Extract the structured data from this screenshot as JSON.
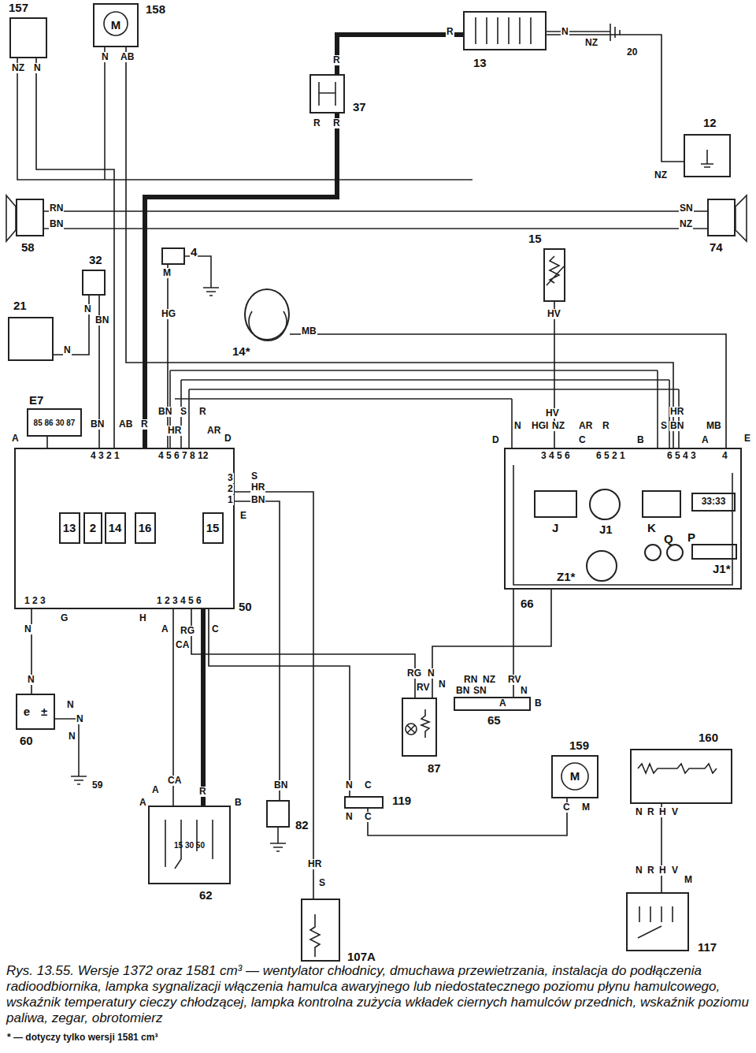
{
  "diagram": {
    "caption": "Rys. 13.55. Wersje 1372 oraz 1581 cm³ — wentylator chłodnicy, dmuchawa przewietrzania, instalacja do podłączenia radioodbiornika, lampka sygnalizacji włączenia hamulca awaryjnego lub niedostatecznego poziomu płynu hamulcowego, wskaźnik temperatury cieczy chłodzącej, lampka kontrolna zużycia wkładek ciernych hamulców przednich, wskaźnik poziomu paliwa, zegar, obrotomierz",
    "nodes": [
      {
        "text": [
          "157"
        ]
      },
      {
        "text": [
          "158",
          "M"
        ]
      },
      {
        "text": [
          "13"
        ]
      },
      {
        "text": [
          "37"
        ]
      },
      {
        "text": [
          "12"
        ]
      },
      {
        "text": [
          "58"
        ]
      },
      {
        "text": [
          "74"
        ]
      },
      {
        "text": [
          "32"
        ]
      },
      {
        "text": [
          "4"
        ]
      },
      {
        "text": [
          "21"
        ]
      },
      {
        "text": [
          "14*"
        ]
      },
      {
        "text": [
          "15"
        ]
      },
      {
        "text": [
          "E7",
          "85 86 30 87"
        ]
      },
      {
        "text": [
          "50"
        ]
      },
      {
        "text": [
          "13"
        ],
        "in": 13
      },
      {
        "text": [
          "2"
        ],
        "in": 13
      },
      {
        "text": [
          "14"
        ],
        "in": 13
      },
      {
        "text": [
          "16"
        ],
        "in": 13
      },
      {
        "text": [
          "15"
        ],
        "in": 13
      },
      {
        "text": [
          "66"
        ]
      },
      {
        "text": [
          "J"
        ],
        "in": 19
      },
      {
        "text": [
          "J1"
        ],
        "in": 19
      },
      {
        "text": [
          "K"
        ],
        "in": 19
      },
      {
        "text": [
          "33:33"
        ],
        "in": 19
      },
      {
        "text": [
          "Q"
        ],
        "in": 19
      },
      {
        "text": [
          "P"
        ],
        "in": 19
      },
      {
        "text": [
          "J1*"
        ],
        "in": 19
      },
      {
        "text": [
          "Z1*"
        ],
        "in": 19
      },
      {
        "text": [
          "60",
          "e",
          "±"
        ]
      },
      {
        "text": [
          "62",
          "15 30 50"
        ]
      },
      {
        "text": [
          "82"
        ]
      },
      {
        "text": [
          "87"
        ]
      },
      {
        "text": [
          "65"
        ]
      },
      {
        "text": [
          "119"
        ]
      },
      {
        "text": [
          "159",
          "M"
        ]
      },
      {
        "text": [
          "160"
        ]
      },
      {
        "text": [
          "117"
        ]
      },
      {
        "text": [
          "107A"
        ]
      }
    ],
    "edges": [
      {
        "from": 0,
        "to": 13,
        "arrow": "none"
      },
      {
        "from": 1,
        "to": 19,
        "arrow": "none"
      },
      {
        "from": 2,
        "to": 3,
        "arrow": "none"
      },
      {
        "from": 3,
        "to": 13,
        "arrow": "none"
      },
      {
        "from": 2,
        "to": 4,
        "arrow": "none"
      },
      {
        "from": 5,
        "to": 6,
        "arrow": "none"
      },
      {
        "from": 7,
        "to": 13,
        "arrow": "none"
      },
      {
        "from": 7,
        "to": 9,
        "arrow": "none"
      },
      {
        "from": 8,
        "to": 13,
        "arrow": "none"
      },
      {
        "from": 10,
        "to": 19,
        "arrow": "none"
      },
      {
        "from": 11,
        "to": 19,
        "arrow": "none"
      },
      {
        "from": 12,
        "to": 13,
        "arrow": "none"
      },
      {
        "from": 13,
        "to": 28,
        "arrow": "none"
      },
      {
        "from": 13,
        "to": 29,
        "arrow": "none"
      },
      {
        "from": 13,
        "to": 29,
        "arrow": "none"
      },
      {
        "from": 13,
        "to": 30,
        "arrow": "none"
      },
      {
        "from": 13,
        "to": 37,
        "arrow": "none"
      },
      {
        "from": 13,
        "to": 31,
        "arrow": "none"
      },
      {
        "from": 13,
        "to": 33,
        "arrow": "none"
      },
      {
        "from": 31,
        "to": 19,
        "arrow": "none"
      },
      {
        "from": 32,
        "to": 19,
        "arrow": "none"
      },
      {
        "from": 33,
        "to": 34,
        "arrow": "none"
      },
      {
        "from": 35,
        "to": 36,
        "arrow": "none"
      }
    ],
    "labels": [
      "NZ",
      "N",
      "N",
      "AB",
      "R",
      "N",
      "NZ",
      "20",
      "R",
      "R",
      "R",
      "NZ",
      "RN",
      "BN",
      "SN",
      "NZ",
      "M",
      "HG",
      "N",
      "BN",
      "N",
      "MB",
      "HV",
      "BN",
      "AB",
      "R",
      "BN",
      "S",
      "HR",
      "R",
      "AR",
      "A",
      "D",
      "4 3 2 1",
      "4 5 6 7 8 12",
      "3",
      "2",
      "1",
      "S",
      "HR",
      "BN",
      "E",
      "1 2 3",
      "1 2 3 4 5 6",
      "G",
      "H",
      "N",
      "A",
      "RG",
      "C",
      "CA",
      "HR",
      "HV",
      "N",
      "HGI",
      "NZ",
      "AR",
      "R",
      "S",
      "BN",
      "MB",
      "D",
      "C",
      "B",
      "A",
      "E",
      "3 4 5 6",
      "6 5 2 1",
      "6 5 4 3",
      "4",
      "RG",
      "N",
      "RV",
      "N",
      "RN",
      "NZ",
      "BN",
      "SN",
      "RV",
      "N",
      "A",
      "B",
      "N",
      "N",
      "N",
      "N",
      "59",
      "A",
      "CA",
      "R",
      "A",
      "B",
      "BN",
      "N",
      "C",
      "N",
      "C",
      "C",
      "M",
      "N",
      "R",
      "H",
      "V",
      "N",
      "R",
      "H",
      "V",
      "M",
      "HR",
      "S",
      "* — dotyczy tylko wersji 1581 cm³"
    ]
  }
}
